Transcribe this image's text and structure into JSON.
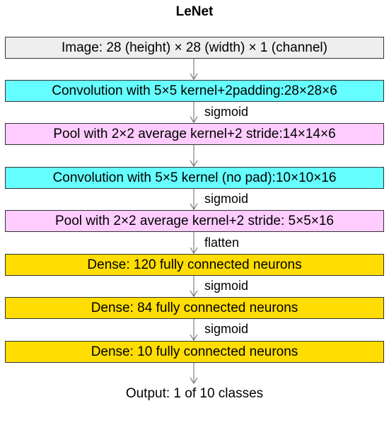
{
  "title": "LeNet",
  "layers": [
    {
      "label": "Image: 28 (height) × 28 (width) × 1 (channel)",
      "color": "#eeeeee"
    },
    {
      "label": "Convolution with 5×5 kernel+2padding:28×28×6",
      "color": "#66ffff"
    },
    {
      "label": "Pool with 2×2 average kernel+2 stride:14×14×6",
      "color": "#ffccff"
    },
    {
      "label": "Convolution with 5×5 kernel (no pad):10×10×16",
      "color": "#66ffff"
    },
    {
      "label": "Pool with 2×2 average kernel+2 stride: 5×5×16",
      "color": "#ffccff"
    },
    {
      "label": "Dense: 120 fully connected neurons",
      "color": "#ffdd00"
    },
    {
      "label": "Dense: 84 fully connected neurons",
      "color": "#ffdd00"
    },
    {
      "label": "Dense: 10 fully connected neurons",
      "color": "#ffdd00"
    }
  ],
  "edges": [
    "",
    "sigmoid",
    "",
    "sigmoid",
    "flatten",
    "sigmoid",
    "sigmoid",
    ""
  ],
  "output": "Output: 1 of 10 classes"
}
